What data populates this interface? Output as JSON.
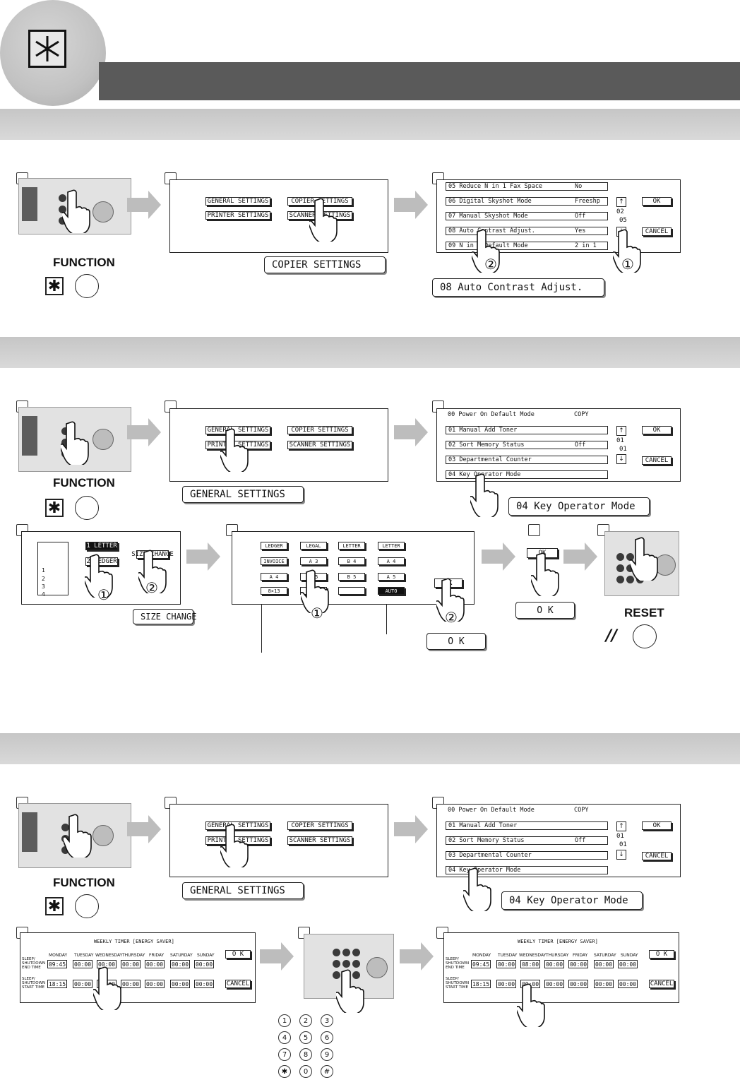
{
  "labels": {
    "function": "FUNCTION",
    "reset": "RESET",
    "function_symbol": "✱",
    "reset_symbol": "//"
  },
  "section1": {
    "screen_a": {
      "general": "GENERAL SETTINGS",
      "copier": "COPIER SETTINGS",
      "printer": "PRINTER SETTINGS",
      "scanner": "SCANNER SETTINGS"
    },
    "callout_copier": "COPIER SETTINGS",
    "rows": [
      {
        "label": "05 Reduce N in 1 Fax Space",
        "value": "No"
      },
      {
        "label": "06 Digital Skyshot Mode",
        "value": "Freeshp"
      },
      {
        "label": "07 Manual Skyshot Mode",
        "value": "Off"
      },
      {
        "label": "08 Auto Contrast Adjust.",
        "value": "Yes"
      },
      {
        "label": "09 N in 1 Default Mode",
        "value": "2 in 1"
      }
    ],
    "page_top": "02",
    "page_bottom": "05",
    "ok": "OK",
    "cancel": "CANCEL",
    "callout_item": "08  Auto Contrast Adjust.",
    "num1": "①",
    "num2": "②"
  },
  "section2": {
    "screen_a": {
      "general": "GENERAL SETTINGS",
      "copier": "COPIER SETTINGS",
      "printer": "PRINTER SETTINGS",
      "scanner": "SCANNER SETTINGS"
    },
    "callout_general": "GENERAL SETTINGS",
    "rows": [
      {
        "label": "00 Power On Default Mode",
        "value": "COPY"
      },
      {
        "label": "01 Manual Add Toner",
        "value": ""
      },
      {
        "label": "02 Sort Memory Status",
        "value": "Off"
      },
      {
        "label": "03 Departmental Counter",
        "value": ""
      },
      {
        "label": "04 Key Operator Mode",
        "value": ""
      }
    ],
    "page_top": "01",
    "page_bottom": "01",
    "ok": "OK",
    "cancel": "CANCEL",
    "callout_item": "04  Key Operator Mode",
    "tray": {
      "tray1": "1 LETTER",
      "tray2": "2 LEDGER",
      "size_change": "SIZE CHANGE",
      "num_rows": [
        "1",
        "2",
        "3",
        "4"
      ]
    },
    "callout_size_change": "SIZE CHANGE",
    "sizes": [
      "LEDGER",
      "LEGAL",
      "LETTER",
      "LETTER",
      "INVOICE",
      "A 3",
      "B 4",
      "A 4",
      "A 4",
      "B 5",
      "B 5",
      "A 5",
      "8×13",
      "8×13",
      "",
      "AUTO"
    ],
    "ok_btn": "OK",
    "callout_ok1": "O K",
    "callout_ok2": "O K",
    "num1": "①",
    "num2": "②"
  },
  "section3": {
    "screen_a": {
      "general": "GENERAL SETTINGS",
      "copier": "COPIER SETTINGS",
      "printer": "PRINTER SETTINGS",
      "scanner": "SCANNER SETTINGS"
    },
    "callout_general": "GENERAL SETTINGS",
    "rows": [
      {
        "label": "00 Power On Default Mode",
        "value": "COPY"
      },
      {
        "label": "01 Manual Add Toner",
        "value": ""
      },
      {
        "label": "02 Sort Memory Status",
        "value": "Off"
      },
      {
        "label": "03 Departmental Counter",
        "value": ""
      },
      {
        "label": "04 Key Operator Mode",
        "value": ""
      }
    ],
    "page_top": "01",
    "page_bottom": "01",
    "ok": "OK",
    "cancel": "CANCEL",
    "callout_item": "04  Key Operator Mode",
    "timer": {
      "title": "WEEKLY TIMER [ENERGY SAVER]",
      "days": [
        "MONDAY",
        "TUESDAY",
        "WEDNESDAY",
        "THURSDAY",
        "FRIDAY",
        "SATURDAY",
        "SUNDAY"
      ],
      "row1_label": "SLEEP/ SHUTDOWN END TIME",
      "row2_label": "SLEEP/ SHUTDOWN START TIME",
      "before_row1": [
        "09:45",
        "00:00",
        "00:00",
        "00:00",
        "00:00",
        "00:00",
        "00:00"
      ],
      "before_row2": [
        "18:15",
        "00:00",
        "00:00",
        "00:00",
        "00:00",
        "00:00",
        "00:00"
      ],
      "after_row1": [
        "09:45",
        "00:00",
        "08:00",
        "00:00",
        "00:00",
        "00:00",
        "00:00"
      ],
      "after_row2": [
        "18:15",
        "00:00",
        "00:00",
        "00:00",
        "00:00",
        "00:00",
        "00:00"
      ],
      "ok": "O K",
      "cancel": "CANCEL"
    },
    "keypad": [
      "1",
      "2",
      "3",
      "4",
      "5",
      "6",
      "7",
      "8",
      "9",
      "✱",
      "0",
      "#"
    ]
  }
}
